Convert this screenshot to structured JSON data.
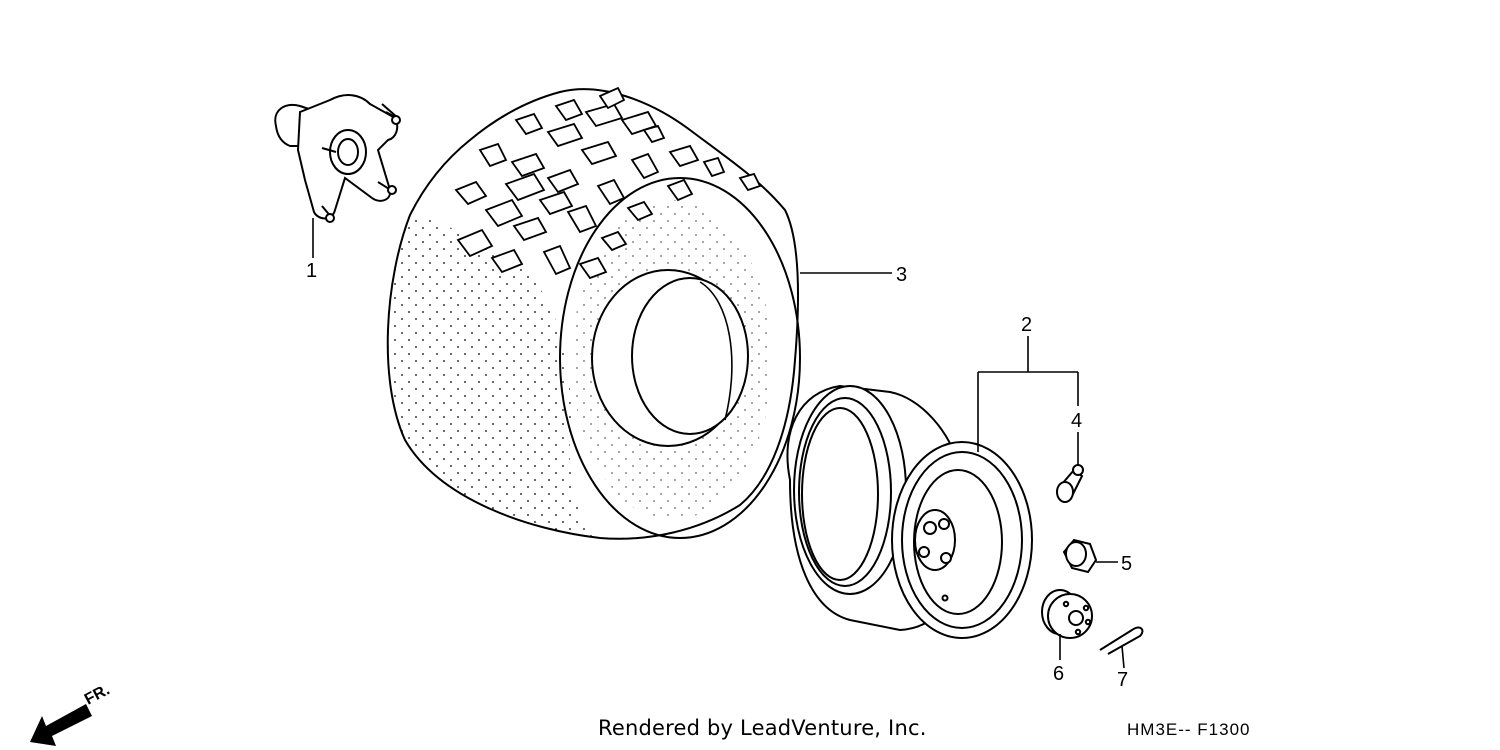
{
  "callouts": [
    {
      "id": "1",
      "part": "rear-wheel-hub"
    },
    {
      "id": "2",
      "part": "rear-wheel-assembly"
    },
    {
      "id": "3",
      "part": "rear-tire"
    },
    {
      "id": "4",
      "part": "tire-valve"
    },
    {
      "id": "5",
      "part": "wheel-nut"
    },
    {
      "id": "6",
      "part": "castle-nut"
    },
    {
      "id": "7",
      "part": "cotter-pin"
    }
  ],
  "direction": {
    "label": "FR."
  },
  "footer": {
    "credit": "Rendered by LeadVenture, Inc.",
    "code": "HM3E-- F1300"
  },
  "colors": {
    "ink": "#000000",
    "paper": "#ffffff"
  }
}
